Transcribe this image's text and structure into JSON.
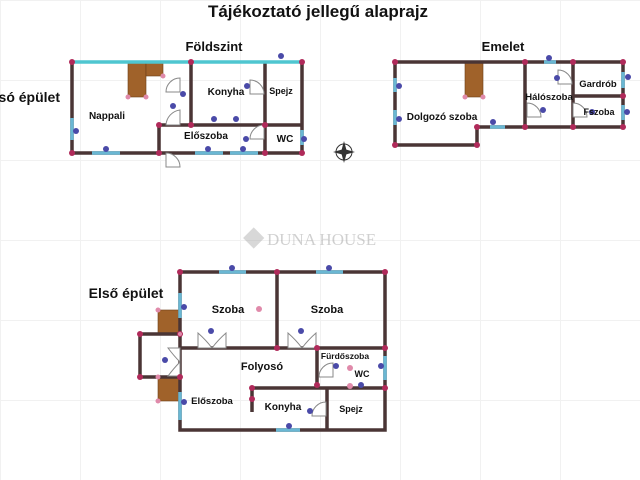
{
  "title": "Tájékoztató jellegű alaprajz",
  "watermark": "DUNA HOUSE",
  "colors": {
    "wall": "#4a3535",
    "window": "#6ab7d3",
    "node": "#b02a5a",
    "fixture_dot": "#4a4aa8",
    "stairs": "#a0622a"
  },
  "rear_building": {
    "label": "Hátsó épület",
    "ground_floor": {
      "title": "Földszint",
      "rooms": [
        "Nappali",
        "Konyha",
        "Spejz",
        "Előszoba",
        "WC"
      ]
    },
    "upper_floor": {
      "title": "Emelet",
      "rooms": [
        "Dolgozó szoba",
        "Hálószoba",
        "Gardrób",
        "Fszoba"
      ]
    }
  },
  "front_building": {
    "label": "Első épület",
    "rooms": [
      "Szoba",
      "Szoba",
      "Folyosó",
      "Fürdőszoba",
      "WC",
      "Előszoba",
      "Konyha",
      "Spejz"
    ]
  },
  "compass_icon": "compass-icon"
}
